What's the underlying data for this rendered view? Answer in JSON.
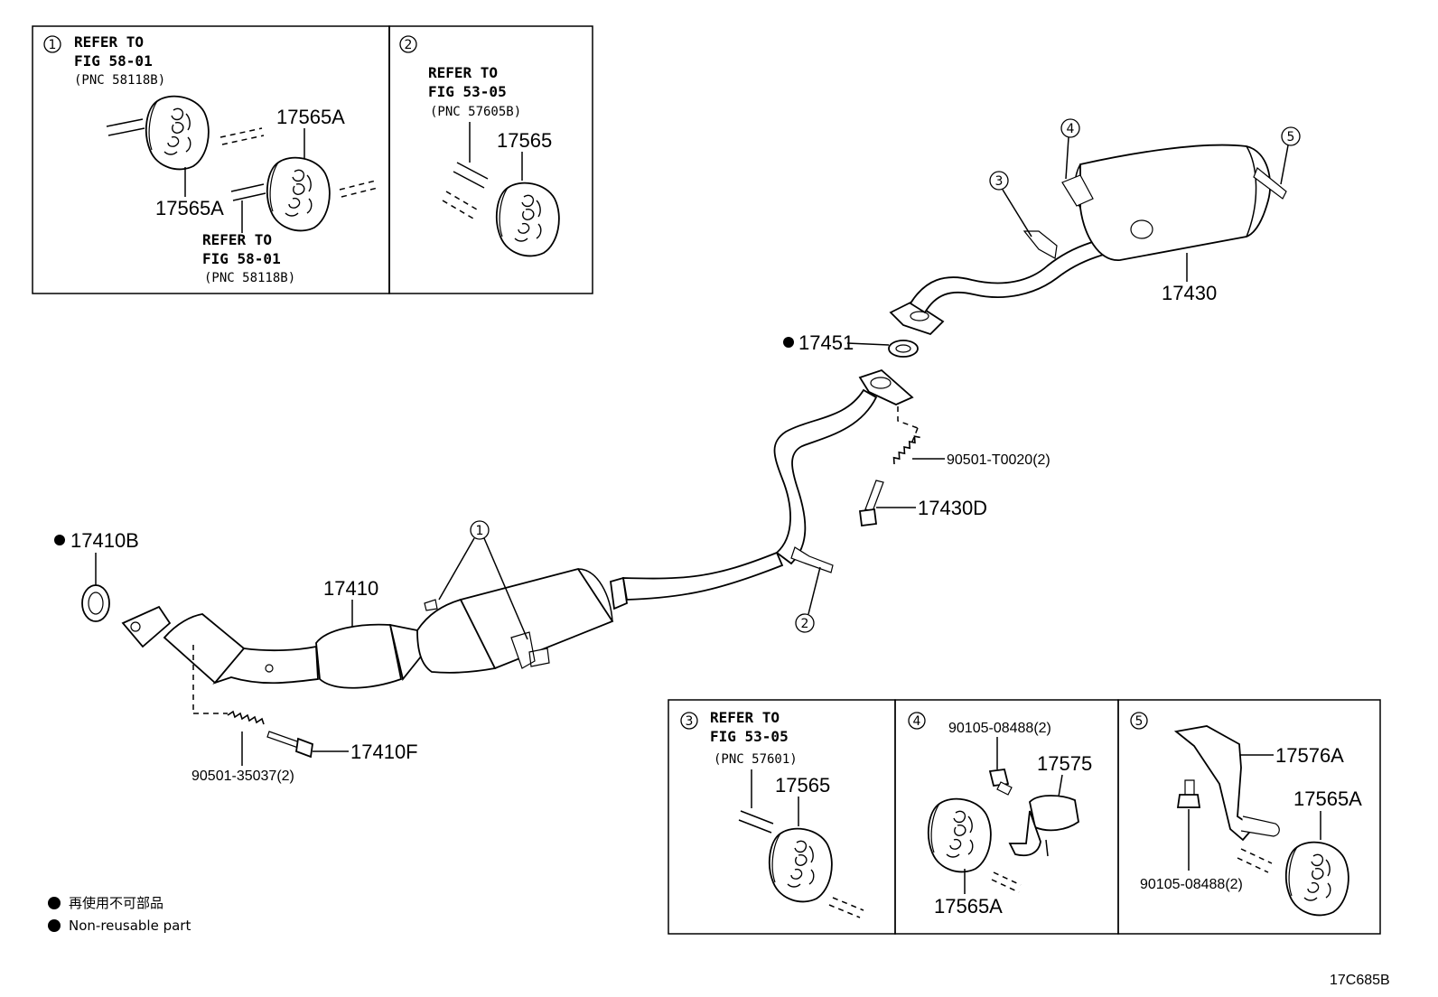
{
  "drawing_code": "17C685B",
  "legend": {
    "non_reusable_jp": "再使用不可部品",
    "non_reusable_en": "Non-reusable part"
  },
  "parts": {
    "p17410B": "17410B",
    "p17410": "17410",
    "p17410F": "17410F",
    "p90501_35037": "90501-35037(2)",
    "p17451": "17451",
    "p17430": "17430",
    "p90501_T0020": "90501-T0020(2)",
    "p17430D": "17430D"
  },
  "callouts": {
    "c1": "1",
    "c2": "2",
    "c3": "3",
    "c4": "4",
    "c5": "5"
  },
  "detail1": {
    "ref_line1": "REFER TO",
    "ref_line2": "FIG 58-01",
    "ref_line3": "(PNC 58118B)",
    "part_a": "17565A",
    "part_b": "17565A",
    "ref2_line1": "REFER TO",
    "ref2_line2": "FIG 58-01",
    "ref2_line3": "(PNC 58118B)"
  },
  "detail2": {
    "ref_line1": "REFER TO",
    "ref_line2": "FIG 53-05",
    "ref_line3": "(PNC 57605B)",
    "part": "17565"
  },
  "detail3": {
    "ref_line1": "REFER TO",
    "ref_line2": "FIG 53-05",
    "ref_line3": "(PNC 57601)",
    "part": "17565"
  },
  "detail4": {
    "bolt": "90105-08488(2)",
    "bracket": "17575",
    "hanger": "17565A"
  },
  "detail5": {
    "bracket": "17576A",
    "hanger": "17565A",
    "bolt": "90105-08488(2)"
  }
}
